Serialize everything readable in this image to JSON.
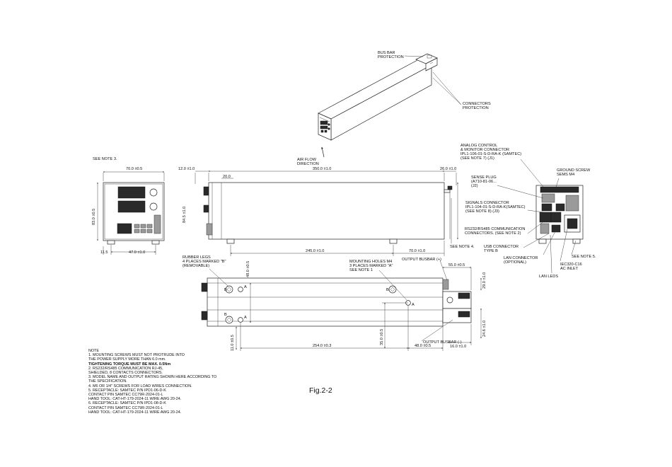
{
  "figure": {
    "caption": "Fig.2-2"
  },
  "iso_callouts": {
    "bus_bar_1": "BUS BAR",
    "bus_bar_2": "PROTECTION",
    "connectors_1": "CONNECTORS",
    "connectors_2": "PROTECTION",
    "air_flow_1": "AIR FLOW",
    "air_flow_2": "DIRECTION"
  },
  "front_view": {
    "see_note3": "SEE NOTE 3.",
    "width_dim": "70.0 ±0.5",
    "height_dim": "83.0 ±0.5",
    "left_dim": "11.5",
    "foot_dim": "47.0 ±1.0"
  },
  "side_view": {
    "dim_12": "12.0 ±1.0",
    "dim_350": "350.0 ±1.0",
    "dim_26": "26.0 ±1.0",
    "dim_20": "20.0",
    "dim_845": "84.5 ±1.0",
    "dim_245": "245.0 ±1.0",
    "dim_70": "70.0 ±1.0",
    "see_note4": "SEE NOTE 4."
  },
  "rear_view": {
    "analog_1": "ANALOG CONTROL",
    "analog_2": "& MONITOR CONNECTOR",
    "analog_3": "IPL1-106-01-S-D-RA-K (SAMTEC)",
    "analog_4": "(SEE NOTE 7) (J1)",
    "ground_1": "GROUND SCREW",
    "ground_2": "SEMS M4",
    "sense_1": "SENSE PLUG",
    "sense_2": "(A710-81-06...",
    "sense_3": "(J2)",
    "signals_1": "SIGNALS CONNECTOR",
    "signals_2": "IPL1-104-01-S-D-RA-K(SAMTEC)",
    "signals_3": "(SEE NOTE 8) (J3)",
    "rs_1": "RS232/RS485 COMMUNICATION",
    "rs_2": "CONNECTORS. (SEE NOTE 2)",
    "usb_1": "USB CONNECTOR",
    "usb_2": "TYPE B",
    "lan_1": "LAN CONNECTOR",
    "lan_2": "(OPTIONAL)",
    "iec_1": "IEC320-C16",
    "iec_2": "AC INLET",
    "lan_leds": "LAN LEDS",
    "see_note5": "SEE NOTE 5."
  },
  "bottom_view": {
    "rubber_1": "RUBBER LEGS",
    "rubber_2": "4 PLACES MARKED \"B\"",
    "rubber_3": "(REMOVABLE)",
    "mount_1": "MOUNTING HOLES M4",
    "mount_2": "3 PLACES MARKED \"A\"",
    "mount_3": "SEE NOTE 1",
    "busbar_plus": "OUTPUT BUSBAR (+)",
    "busbar_minus": "OUTPUT BUSBAR (-)",
    "dim_551": "55.0 ±0.5",
    "dim_29": "29.0 ±1.0",
    "dim_48": "48.0 ±0.5",
    "dim_254": "254.0 ±0.3",
    "dim_35": "35.0 ±0.5",
    "dim_48v": "48.0 ±0.5",
    "dim_11": "11.0 ±0.5",
    "dim_16": "16.0 ±1.0",
    "dim_246": "24.6 ±1.0",
    "label_a": "A",
    "label_b": "B"
  },
  "notes": {
    "title": "NOTE",
    "lines": [
      "1. MOUNTING SCREWS MUST NOT PROTRUDE INTO",
      "    THE POWER SUPPLY MORE THAN 6.0 mm.",
      "    TIGHTENING TORQUE MUST BE MAX. 0.5Nm",
      "2. RS232/RS485 COMMUNICATION RJ-45,",
      "    SHIELDED, 8 CONTACTS CONNECTORS.",
      "3. MODEL NAME AND OUTPUT RATING SHOWN HERE ACCORDING TO",
      "    THE SPECIFICATION.",
      "4. M6 OR 1/4\" SCREWS FOR LOAD WIRES CONNECTION.",
      "5. RECEPTACLE: SAMTEC P/N IPD1-06-D-K",
      "    CONTACT PIN SAMTEC CC79R-2024-01-L",
      "    HAND TOOL: CAT-HT-179-2024-11 WIRE AWG 20-24.",
      "6. RECEPTACLE: SAMTEC P/N IPD1-08-D-K",
      "    CONTACT PIN SAMTEC CC79R-2024-01-L",
      "    HAND TOOL: CAT-HT-179-2024-11 WIRE AWG 20-24."
    ]
  }
}
